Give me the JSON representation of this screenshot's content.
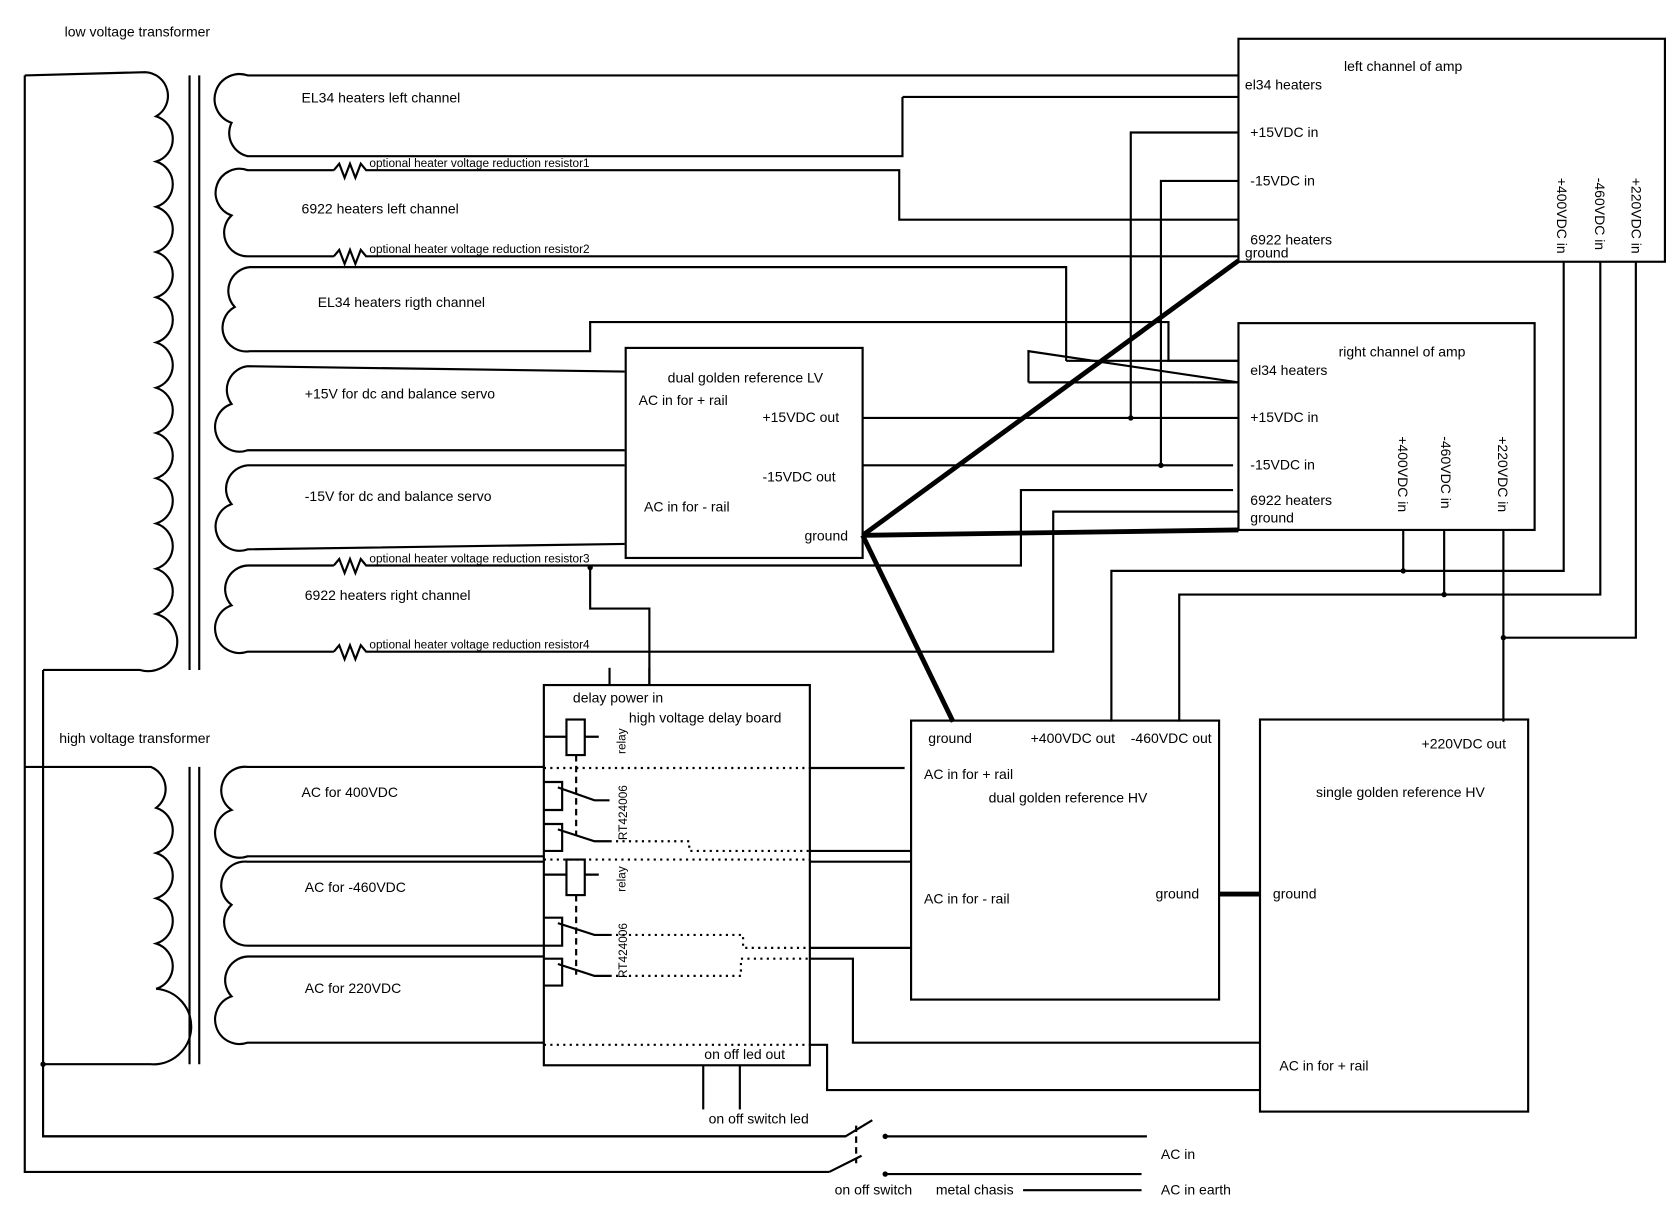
{
  "labels": {
    "lv_transformer": "low voltage transformer",
    "hv_transformer": "high voltage transformer",
    "el34_left": "EL34 heaters left channel",
    "res1": "optional heater voltage reduction resistor1",
    "h6922_left": "6922 heaters left channel",
    "res2": "optional heater voltage reduction resistor2",
    "el34_right": "EL34 heaters rigth channel",
    "p15": "+15V for dc and balance servo",
    "m15": "-15V for dc and balance servo",
    "res3": "optional heater voltage reduction resistor3",
    "h6922_right": "6922 heaters right channel",
    "res4": "optional heater voltage reduction resistor4",
    "ac400": "AC for 400VDC",
    "ac460": "AC for -460VDC",
    "ac220": "AC for 220VDC",
    "on_off_switch_led": "on off switch led",
    "on_off_switch": "on off switch",
    "metal_chasis": "metal chasis",
    "ac_in": "AC in",
    "ac_in_earth": "AC in earth"
  },
  "left_amp": {
    "title": "left channel of amp",
    "el34": "el34 heaters",
    "p15": "+15VDC in",
    "m15": "-15VDC in",
    "h6922": "6922 heaters",
    "ground": "ground",
    "v400": "+400VDC in",
    "v460": "-460VDC in",
    "v220": "+220VDC in"
  },
  "right_amp": {
    "title": "right channel of amp",
    "el34": "el34 heaters",
    "p15": "+15VDC in",
    "m15": "-15VDC in",
    "h6922": "6922 heaters",
    "ground": "ground",
    "v400": "+400VDC in",
    "v460": "-460VDC in",
    "v220": "+220VDC in"
  },
  "lv_ref": {
    "title": "dual golden reference LV",
    "ac_plus": "AC in for + rail",
    "p15out": "+15VDC out",
    "m15out": "-15VDC out",
    "ac_minus": "AC in for - rail",
    "ground": "ground"
  },
  "delay": {
    "power_in": "delay power in",
    "title": "high voltage delay board",
    "relay": "relay",
    "rt": "RT424006",
    "led_out": "on off led out"
  },
  "hv_dual": {
    "ground_top": "ground",
    "p400": "+400VDC out",
    "m460": "-460VDC out",
    "ac_plus": "AC in for + rail",
    "title": "dual golden reference HV",
    "ac_minus": "AC in for - rail",
    "ground": "ground"
  },
  "hv_single": {
    "p220": "+220VDC out",
    "title": "single golden reference HV",
    "ground": "ground",
    "ac_plus": "AC in for + rail"
  }
}
